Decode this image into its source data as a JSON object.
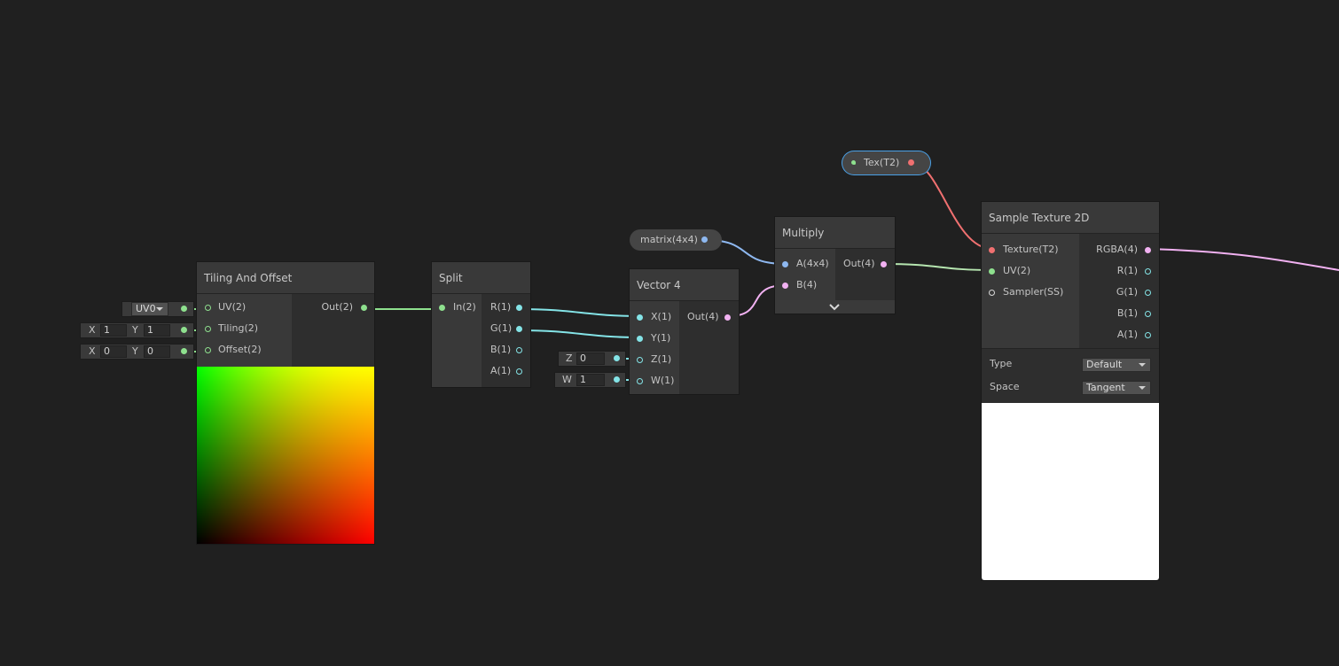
{
  "nodes": {
    "tiling": {
      "title": "Tiling And Offset",
      "inputs": [
        "UV(2)",
        "Tiling(2)",
        "Offset(2)"
      ],
      "output": "Out(2)",
      "uv_channel": "UV0",
      "tiling": {
        "x_label": "X",
        "x": "1",
        "y_label": "Y",
        "y": "1"
      },
      "offset": {
        "x_label": "X",
        "x": "0",
        "y_label": "Y",
        "y": "0"
      }
    },
    "split": {
      "title": "Split",
      "input": "In(2)",
      "outputs": [
        "R(1)",
        "G(1)",
        "B(1)",
        "A(1)"
      ]
    },
    "vector4": {
      "title": "Vector 4",
      "inputs": [
        "X(1)",
        "Y(1)",
        "Z(1)",
        "W(1)"
      ],
      "output": "Out(4)",
      "z_field": {
        "label": "Z",
        "value": "0"
      },
      "w_field": {
        "label": "W",
        "value": "1"
      }
    },
    "matrix_property": {
      "label": "matrix(4x4)"
    },
    "multiply": {
      "title": "Multiply",
      "inputs": [
        "A(4x4)",
        "B(4)"
      ],
      "output": "Out(4)"
    },
    "tex_property": {
      "label": "Tex(T2)"
    },
    "sample_texture": {
      "title": "Sample Texture 2D",
      "inputs": [
        "Texture(T2)",
        "UV(2)",
        "Sampler(SS)"
      ],
      "outputs": [
        "RGBA(4)",
        "R(1)",
        "G(1)",
        "B(1)",
        "A(1)"
      ],
      "type_label": "Type",
      "type_value": "Default",
      "space_label": "Space",
      "space_value": "Tangent"
    }
  },
  "colors": {
    "background": "#202020",
    "vector2": "#8ee08e",
    "vector1": "#84e4e7",
    "vector4": "#f1b1f1",
    "matrix": "#8eb8f0",
    "texture": "#f07070"
  }
}
